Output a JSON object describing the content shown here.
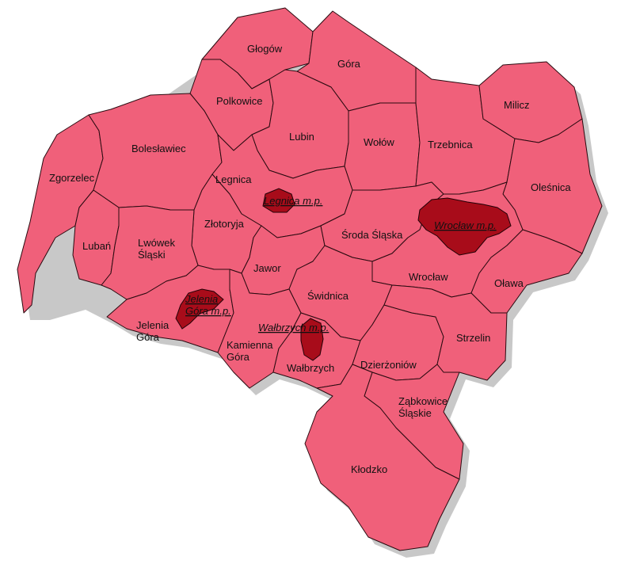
{
  "colors": {
    "region_fill": "#f0607a",
    "city_fill": "#a80c1a",
    "border": "#2a0a10",
    "shadow": "#9a9a9a",
    "background": "#ffffff"
  },
  "regions": [
    {
      "id": "glogow",
      "label": "Głogów"
    },
    {
      "id": "gora",
      "label": "Góra"
    },
    {
      "id": "polkowice",
      "label": "Polkowice"
    },
    {
      "id": "lubin",
      "label": "Lubin"
    },
    {
      "id": "wolow",
      "label": "Wołów"
    },
    {
      "id": "trzebnica",
      "label": "Trzebnica"
    },
    {
      "id": "milicz",
      "label": "Milicz"
    },
    {
      "id": "olesnica",
      "label": "Oleśnica"
    },
    {
      "id": "zgorzelec",
      "label": "Zgorzelec"
    },
    {
      "id": "boleslawiec",
      "label": "Bolesławiec"
    },
    {
      "id": "legnica",
      "label": "Legnica"
    },
    {
      "id": "zlotoryja",
      "label": "Złotoryja"
    },
    {
      "id": "luban",
      "label": "Lubań"
    },
    {
      "id": "lwowek",
      "label": "Lwówek\nŚląski"
    },
    {
      "id": "jawor",
      "label": "Jawor"
    },
    {
      "id": "sroda",
      "label": "Środa Śląska"
    },
    {
      "id": "wroclaw",
      "label": "Wrocław"
    },
    {
      "id": "olawa",
      "label": "Oława"
    },
    {
      "id": "swidnica",
      "label": "Świdnica"
    },
    {
      "id": "jelenia",
      "label": "Jelenia\nGóra"
    },
    {
      "id": "kamienna",
      "label": "Kamienna\nGóra"
    },
    {
      "id": "walbrzych",
      "label": "Wałbrzych"
    },
    {
      "id": "dzierzoniow",
      "label": "Dzierżoniów"
    },
    {
      "id": "strzelin",
      "label": "Strzelin"
    },
    {
      "id": "zabkowice",
      "label": "Ząbkowice\nŚląskie"
    },
    {
      "id": "klodzko",
      "label": "Kłodzko"
    }
  ],
  "cities": [
    {
      "id": "legnica_mp",
      "label": "Legnica m.p."
    },
    {
      "id": "wroclaw_mp",
      "label": "Wrocław m.p."
    },
    {
      "id": "jelenia_mp",
      "label": "Jelenia\nGóra m.p."
    },
    {
      "id": "walbrzych_mp",
      "label": "Wałbrzych m.p."
    }
  ]
}
